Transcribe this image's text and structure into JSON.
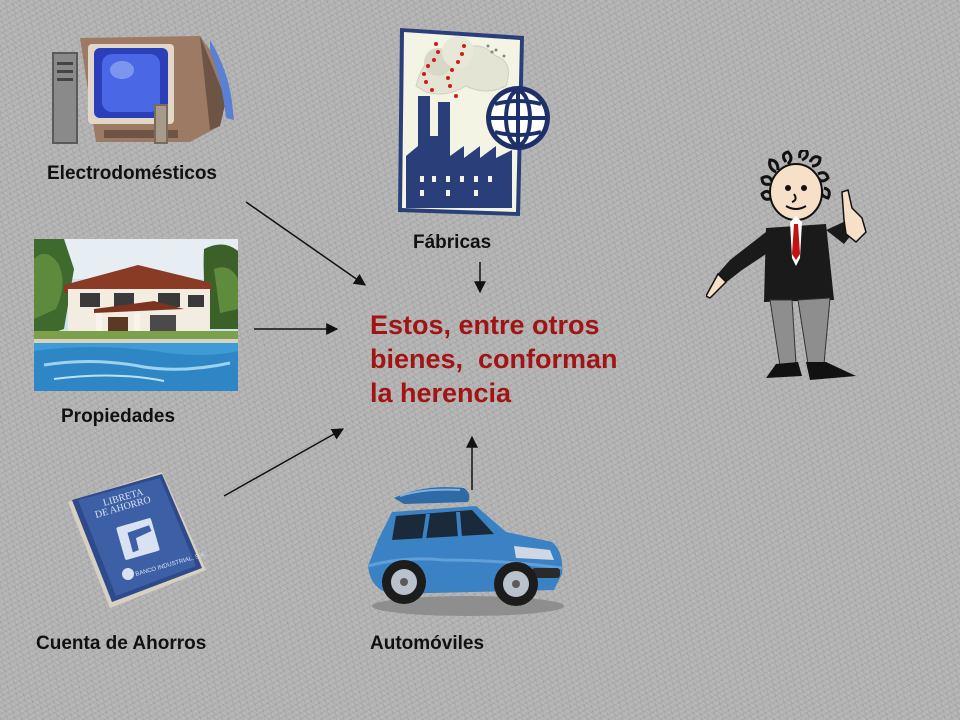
{
  "labels": {
    "electrodomesticos": "Electrodomésticos",
    "fabricas": "Fábricas",
    "propiedades": "Propiedades",
    "cuenta_ahorros": "Cuenta de Ahorros",
    "automoviles": "Automóviles"
  },
  "central_text": {
    "line1": "Estos, entre otros",
    "line2": "bienes,  conforman",
    "line3": "la herencia"
  },
  "passbook": {
    "title1": "LIBRETA",
    "title2": "DE AHORRO",
    "bank": "BANCO INDUSTRIAL, S.A."
  },
  "colors": {
    "central_text": "#a01414",
    "labels": "#111111",
    "background": "#b3b3b3"
  },
  "icons": [
    "computer-icon",
    "factory-globe-icon",
    "house-pool-photo",
    "savings-passbook-icon",
    "car-photo",
    "pointing-man-icon"
  ]
}
